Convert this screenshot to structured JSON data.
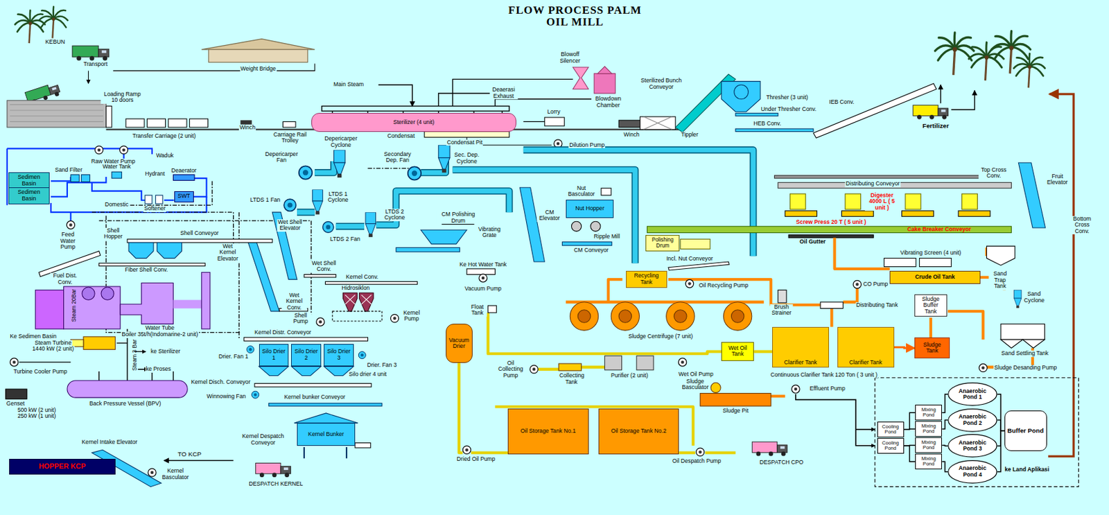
{
  "diagram": {
    "title": "FLOW PROCESS PALM OIL MILL",
    "nodes": [
      {
        "text": [
          "Sterilizer (4 unit)"
        ]
      },
      {
        "text": [
          "Sedimen Basin"
        ]
      },
      {
        "text": [
          "Sedimen Basin"
        ]
      },
      {
        "text": [
          "SWT"
        ]
      },
      {
        "text": [
          "Nut Hopper"
        ]
      },
      {
        "text": [
          "Polishing Drum"
        ]
      },
      {
        "text": [
          "Recycling Tank"
        ]
      },
      {
        "text": [
          "Crude Oil Tank"
        ]
      },
      {
        "text": [
          "Sludge Buffer Tank"
        ]
      },
      {
        "text": [
          "Silo Drier 1"
        ]
      },
      {
        "text": [
          "Silo Drier 2"
        ]
      },
      {
        "text": [
          "Silo Drier 3"
        ]
      },
      {
        "text": [
          "Vacuum Drier"
        ]
      },
      {
        "text": [
          "Wet Oil Tank"
        ]
      },
      {
        "text": [
          "Clarifier Tank"
        ]
      },
      {
        "text": [
          "Clarifier Tank"
        ]
      },
      {
        "text": [
          "Sludge Tank"
        ]
      },
      {
        "text": [
          "Kernel Bunker"
        ]
      },
      {
        "text": [
          "Oil Storage Tank No.1"
        ]
      },
      {
        "text": [
          "Oil Storage Tank No.2"
        ]
      },
      {
        "text": [
          "HOPPER KCP"
        ]
      },
      {
        "text": [
          "Cooling Pond"
        ]
      },
      {
        "text": [
          "Cooling Pond"
        ]
      },
      {
        "text": [
          "Mixing Pond"
        ]
      },
      {
        "text": [
          "Mixing Pond"
        ]
      },
      {
        "text": [
          "Mixing Pond"
        ]
      },
      {
        "text": [
          "Mixing Pond"
        ]
      },
      {
        "text": [
          "Anaerobic Pond 1"
        ]
      },
      {
        "text": [
          "Anaerobic Pond 2"
        ]
      },
      {
        "text": [
          "Anaerobic Pond 3"
        ]
      },
      {
        "text": [
          "Anaerobic Pond 4"
        ]
      },
      {
        "text": [
          "Buffer Pond"
        ]
      }
    ],
    "edges": [
      {
        "from": 21,
        "to": 23,
        "arrow": "none"
      },
      {
        "from": 21,
        "to": 24,
        "arrow": "none"
      },
      {
        "from": 22,
        "to": 25,
        "arrow": "none"
      },
      {
        "from": 22,
        "to": 26,
        "arrow": "none"
      },
      {
        "from": 23,
        "to": 27,
        "arrow": "none"
      },
      {
        "from": 24,
        "to": 28,
        "arrow": "none"
      },
      {
        "from": 25,
        "to": 29,
        "arrow": "none"
      },
      {
        "from": 26,
        "to": 30,
        "arrow": "none"
      },
      {
        "from": 27,
        "to": 31,
        "arrow": "none"
      },
      {
        "from": 28,
        "to": 31,
        "arrow": "none"
      },
      {
        "from": 29,
        "to": 31,
        "arrow": "none"
      },
      {
        "from": 30,
        "to": 31,
        "arrow": "none"
      },
      {
        "from": 15,
        "to": 16,
        "arrow": "to"
      }
    ],
    "labels": [
      "KEBUN",
      "Transport",
      "Weight Bridge",
      "Loading Ramp 10 doors",
      "Transfer Carriage (2 unit)",
      "Winch",
      "Carriage Rail Trolley",
      "Main Steam",
      "Deaerasi Exhaust",
      "Blowoff Silencer",
      "Blowdown Chamber",
      "Lorry",
      "Condensat",
      "Condensat Pit",
      "Winch",
      "Tippler",
      "Sterilized Bunch Conveyor",
      "Dilution Pump",
      "Thresher (3 unit)",
      "Under Thresher Conv.",
      "HEB Conv.",
      "IEB Conv.",
      "Fertilizer",
      "Depericarper Fan",
      "Depericarper Cyclone",
      "Secondary Dep. Fan",
      "Sec. Dep. Cyclone",
      "Waduk",
      "Raw Water Pump",
      "Sand Filter",
      "Water Tank",
      "Hydrant",
      "Deaerator",
      "Domestic",
      "Softener",
      "Feed Water Pump",
      "LTDS 1 Fan",
      "LTDS 1 Cyclone",
      "Wet Shell Elevator",
      "LTDS 2 Cyclone",
      "LTDS 2 Fan",
      "Shell Hopper",
      "Shell Conveyor",
      "Wet Kernel Elevator",
      "CM Polishing Drum",
      "Vibrating Grate",
      "CM Elevator",
      "Nut Basculator",
      "Ripple Mill",
      "CM Conveyor",
      "Incl. Nut Conveyor",
      "Top Cross Conv.",
      "Fruit Elevator",
      "Distributing Conveyor",
      "Digester 4000 L ( 5 unit )",
      "Screw Press 20 T ( 5 unit )",
      "Cake Breaker Conveyor",
      "Bottom Cross Conv.",
      "Oil Gutter",
      "Fiber Shell Conv.",
      "Wet Shell Conv.",
      "Wet Kernel Conv.",
      "Kernel Conv.",
      "Hidrosiklon",
      "Shell Pump",
      "Kernel Pump",
      "Ke Hot Water Tank",
      "Vacuum Pump",
      "Oil Recycling Pump",
      "Vibrating Screen (4 unit)",
      "Sand Trap Tank",
      "CO Pump",
      "Fuel Dist. Conv.",
      "Steam 20Bar",
      "Water Tube",
      "Boiler 35t/h(Indomarine-2 unit)",
      "Ke Sedimen Basin",
      "Steam Turbine",
      "1440 kW (2 unit)",
      "ke Sterilizer",
      "Turbine Cooler Pump",
      "Steam 3 Bar",
      "ke Proses",
      "Back Pressure Vessel (BPV)",
      "Genset",
      "500 kW (2 unit)",
      "250 kW (1 unit)",
      "Kernel Distr. Conveyor",
      "Drier. Fan 1",
      "Drier. Fan 3",
      "Silo drier 4 unit",
      "Kernel Disch. Conveyor",
      "Winnowing Fan",
      "Kernel bunker Conveyor",
      "Kernel Intake Elevator",
      "TO KCP",
      "Kernel Basculator",
      "Kernel Despatch Conveyor",
      "DESPATCH KERNEL",
      "Float Tank",
      "Oil Collecting Pump",
      "Collecting Tank",
      "Purifier (2 unit)",
      "Sludge Centrifuge (7 unit)",
      "Brush Strainer",
      "Distributing Tank",
      "Wet Oil Pump",
      "Continuous Clarifier Tank 120 Ton ( 3 unit )",
      "Sand Cyclone",
      "Sand Settling Tank",
      "Sludge Desanding Pump",
      "Sludge Basculator",
      "Sludge Pit",
      "Effluent Pump",
      "Dried Oil Pump",
      "Oil Despatch Pump",
      "DESPATCH CPO",
      "ke Land Aplikasi"
    ]
  }
}
